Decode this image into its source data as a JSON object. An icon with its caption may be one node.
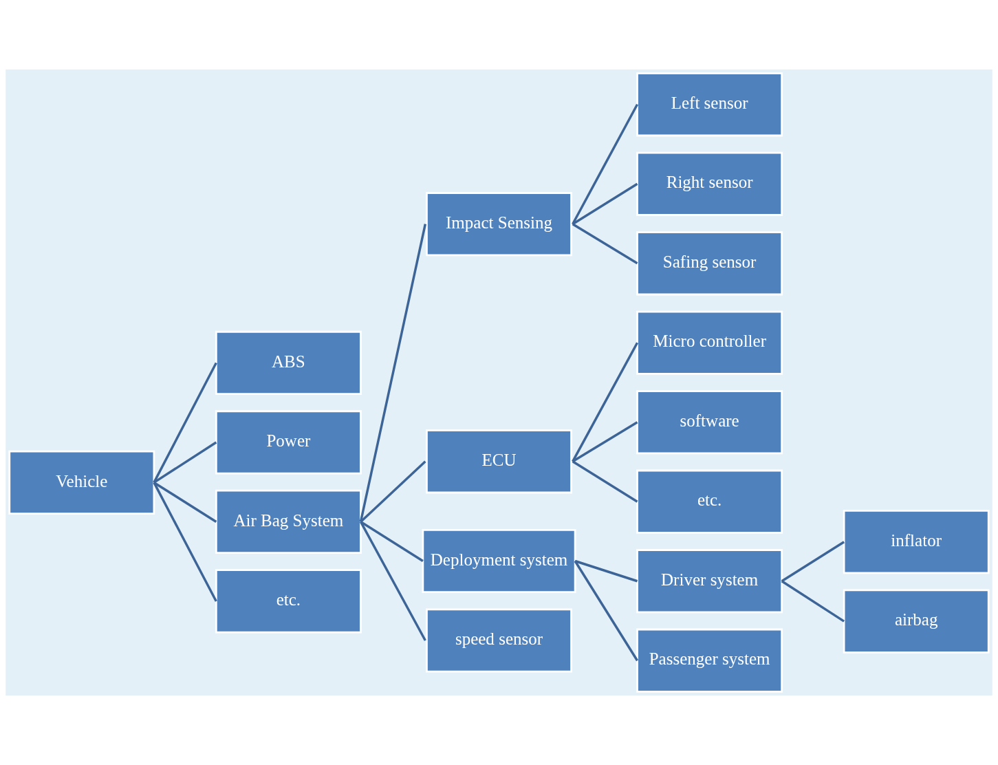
{
  "diagram": {
    "nodes": [
      {
        "text": [
          "Vehicle"
        ]
      },
      {
        "text": [
          "ABS"
        ]
      },
      {
        "text": [
          "Power"
        ]
      },
      {
        "text": [
          "Air Bag System"
        ]
      },
      {
        "text": [
          "etc."
        ]
      },
      {
        "text": [
          "Impact Sensing"
        ]
      },
      {
        "text": [
          "ECU"
        ]
      },
      {
        "text": [
          "Deployment system"
        ]
      },
      {
        "text": [
          "speed sensor"
        ]
      },
      {
        "text": [
          "Left sensor"
        ]
      },
      {
        "text": [
          "Right sensor"
        ]
      },
      {
        "text": [
          "Safing sensor"
        ]
      },
      {
        "text": [
          "Micro controller"
        ]
      },
      {
        "text": [
          "software"
        ]
      },
      {
        "text": [
          "etc."
        ]
      },
      {
        "text": [
          "Driver system"
        ]
      },
      {
        "text": [
          "Passenger system"
        ]
      },
      {
        "text": [
          "inflator"
        ]
      },
      {
        "text": [
          "airbag"
        ]
      }
    ],
    "edges": [
      {
        "from": 0,
        "to": 1,
        "arrow": "none"
      },
      {
        "from": 0,
        "to": 2,
        "arrow": "none"
      },
      {
        "from": 0,
        "to": 3,
        "arrow": "none"
      },
      {
        "from": 0,
        "to": 4,
        "arrow": "none"
      },
      {
        "from": 3,
        "to": 5,
        "arrow": "none"
      },
      {
        "from": 3,
        "to": 6,
        "arrow": "none"
      },
      {
        "from": 3,
        "to": 7,
        "arrow": "none"
      },
      {
        "from": 3,
        "to": 8,
        "arrow": "none"
      },
      {
        "from": 5,
        "to": 9,
        "arrow": "none"
      },
      {
        "from": 5,
        "to": 10,
        "arrow": "none"
      },
      {
        "from": 5,
        "to": 11,
        "arrow": "none"
      },
      {
        "from": 6,
        "to": 12,
        "arrow": "none"
      },
      {
        "from": 6,
        "to": 13,
        "arrow": "none"
      },
      {
        "from": 6,
        "to": 14,
        "arrow": "none"
      },
      {
        "from": 7,
        "to": 15,
        "arrow": "none"
      },
      {
        "from": 7,
        "to": 16,
        "arrow": "none"
      },
      {
        "from": 15,
        "to": 17,
        "arrow": "none"
      },
      {
        "from": 15,
        "to": 18,
        "arrow": "none"
      }
    ]
  }
}
